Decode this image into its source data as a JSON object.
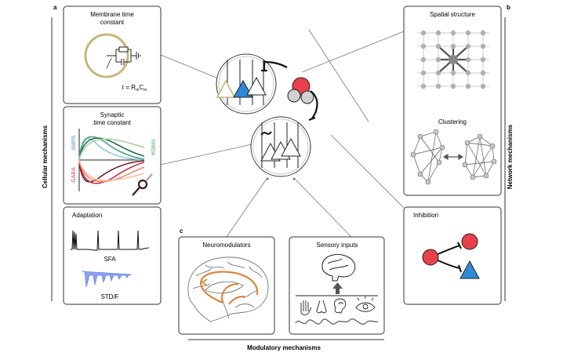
{
  "panel_letters": {
    "a": "a",
    "b": "b",
    "c": "c"
  },
  "side_labels": {
    "cellular": "Cellular mechanisms",
    "network": "Network mechanisms",
    "modulatory": "Modulatory mechanisms"
  },
  "membrane": {
    "title_line1": "Membrane time",
    "title_line2": "constant",
    "tau": "τ = R",
    "r_sub": "m",
    "c_main": "C",
    "c_sub": "m"
  },
  "synaptic": {
    "title_line1": "Synaptic",
    "title_line2": "time constant",
    "ampa": "AMPA",
    "nmda": "NMDA",
    "gaba": "GABA"
  },
  "adaptation": {
    "title": "Adaptation",
    "sfa": "SFA",
    "stdf": "STD/F"
  },
  "spatial": {
    "title": "Spatial structure"
  },
  "clustering": {
    "title": "Clustering"
  },
  "inhibition": {
    "title": "Inhibition"
  },
  "neuromodulators": {
    "title": "Neuromodulators"
  },
  "sensory": {
    "title": "Sensory inputs"
  },
  "colors": {
    "ampa": "#5b8fd6",
    "nmda": "#4caf50",
    "gaba": "#d9434f",
    "excitatory": "#2e8ad8",
    "inhibitory": "#e8414b",
    "membrane_ring": "#c8b57a",
    "neuromod": "#e07b2a",
    "std": "#6c86e8",
    "grid_node": "#b0b0b0"
  }
}
